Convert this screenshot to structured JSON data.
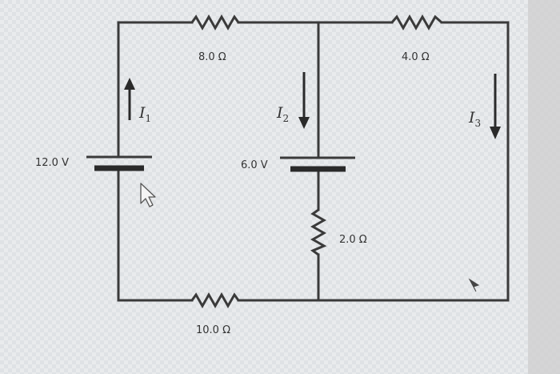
{
  "circuit": {
    "resistors": {
      "r_top_left": "8.0 Ω",
      "r_top_right": "4.0 Ω",
      "r_middle": "2.0 Ω",
      "r_bottom": "10.0 Ω"
    },
    "batteries": {
      "left": "12.0 V",
      "middle": "6.0 V"
    },
    "currents": {
      "i1": "I",
      "i1_sub": "1",
      "i2": "I",
      "i2_sub": "2",
      "i3": "I",
      "i3_sub": "3"
    }
  },
  "icons": [
    "cursor-arrow-icon",
    "small-pointer-icon"
  ],
  "colors": {
    "wire": "#3a3a3a",
    "background": "#e8eaec",
    "right_edge": "#cfcfcf"
  }
}
